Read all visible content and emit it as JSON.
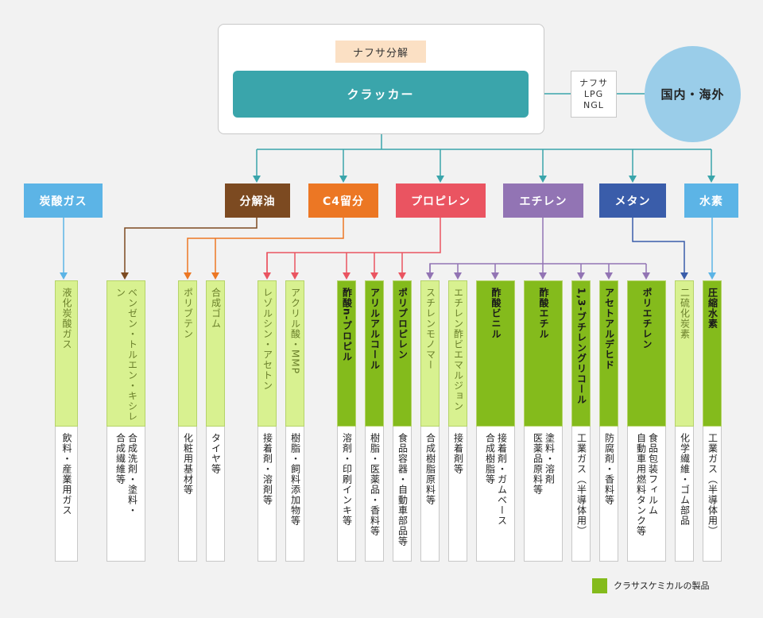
{
  "process_label": "ナフサ分解",
  "cracker": "クラッカー",
  "feedstock": [
    "ナフサ",
    "LPG",
    "NGL"
  ],
  "source": "国内・海外",
  "categories": [
    {
      "id": "co2",
      "label": "炭酸ガス",
      "color": "#5cb4e6"
    },
    {
      "id": "oil",
      "label": "分解油",
      "color": "#7c4a21"
    },
    {
      "id": "c4",
      "label": "C4留分",
      "color": "#ec7724"
    },
    {
      "id": "propylene",
      "label": "プロピレン",
      "color": "#ea5461"
    },
    {
      "id": "ethylene",
      "label": "エチレン",
      "color": "#9274b4"
    },
    {
      "id": "methane",
      "label": "メタン",
      "color": "#3a5daa"
    },
    {
      "id": "hydrogen",
      "label": "水素",
      "color": "#5cb4e6"
    }
  ],
  "products": [
    {
      "id": "p1",
      "name": "液化炭酸ガス",
      "use": "飲料・産業用ガス",
      "kurasa": false
    },
    {
      "id": "p2",
      "name": "ベンゼン・トルエン・キシレン",
      "use": "合成洗剤・塗料・\n合成繊維等",
      "kurasa": false
    },
    {
      "id": "p3",
      "name": "ポリブテン",
      "use": "化粧用基材等",
      "kurasa": false
    },
    {
      "id": "p4",
      "name": "合成ゴム",
      "use": "タイヤ等",
      "kurasa": false
    },
    {
      "id": "p5",
      "name": "レゾルシン・アセトン",
      "use": "接着剤・溶剤等",
      "kurasa": false
    },
    {
      "id": "p6",
      "name": "アクリル酸・MMP",
      "use": "樹脂・飼料添加物等",
      "kurasa": false
    },
    {
      "id": "p7",
      "name": "酢酸n-プロピル",
      "use": "溶剤・印刷インキ等",
      "kurasa": true
    },
    {
      "id": "p8",
      "name": "アリルアルコール",
      "use": "樹脂・医薬品・香料等",
      "kurasa": true
    },
    {
      "id": "p9",
      "name": "ポリプロピレン",
      "use": "食品容器・自動車部品等",
      "kurasa": true
    },
    {
      "id": "p10",
      "name": "スチレンモノマー",
      "use": "合成樹脂原料等",
      "kurasa": false
    },
    {
      "id": "p11",
      "name": "エチレン酢ビエマルジョン",
      "use": "接着剤等",
      "kurasa": false
    },
    {
      "id": "p12",
      "name": "酢酸ビニル",
      "use": "接着剤・ガムベース\n合成樹脂等",
      "kurasa": true
    },
    {
      "id": "p13",
      "name": "酢酸エチル",
      "use": "塗料・溶剤\n医薬品原料等",
      "kurasa": true
    },
    {
      "id": "p14",
      "name": "1,3-ブチレングリコール",
      "use": "工業ガス（半導体用）",
      "kurasa": true
    },
    {
      "id": "p15",
      "name": "アセトアルデヒド",
      "use": "防腐剤・香料等",
      "kurasa": true
    },
    {
      "id": "p16",
      "name": "ポリエチレン",
      "use": "食品包装フィルム\n自動車用燃料タンク等",
      "kurasa": true
    },
    {
      "id": "p17",
      "name": "二硫化炭素",
      "use": "化学繊維・ゴム部品",
      "kurasa": false
    },
    {
      "id": "p18",
      "name": "圧縮水素",
      "use": "工業ガス（半導体用）",
      "kurasa": true
    }
  ],
  "legend": {
    "label": "クラサスケミカルの製品",
    "color": "#84bb1c"
  }
}
